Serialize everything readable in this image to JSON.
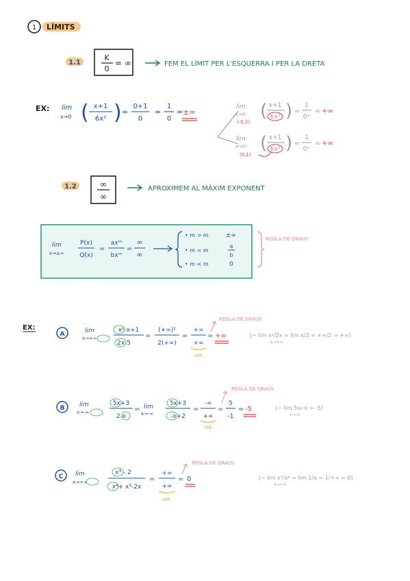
{
  "colors": {
    "blue": "#1e4fa3",
    "green_text": "#1f7a4e",
    "teal_box": "#2e9e86",
    "teal_fill": "#eaf6f3",
    "orange_highlight": "#f9c98c",
    "red": "#e0393c",
    "pink": "#ef8a85",
    "green_circle": "#5cbf64",
    "orange": "#f0a030",
    "gray": "#9a9a9a",
    "black": "#222222"
  },
  "section": {
    "number": "1",
    "title": "LÍMITS"
  },
  "sub11": {
    "number": "1.1",
    "box_num": "K",
    "box_den": "0",
    "box_eq": "= ∞",
    "text": "FEM EL LÍMIT PER L'ESQUERRA I PER LA DRETA"
  },
  "ex1": {
    "label": "EX:",
    "lim": "lim",
    "sub": "x→0",
    "frac_num": "x+1",
    "frac_den": "6x²",
    "eq1": "=",
    "r1_num": "0+1",
    "r1_den": "0",
    "eq2": "=",
    "r2_num": "1",
    "r2_den": "0",
    "eq3": "=",
    "result": "±∞",
    "left_lim": "lim",
    "left_sub": "x→0⁻",
    "left_num": "x+1",
    "left_den": "6x²",
    "left_test": "(-0,1)",
    "left_eq1": "=",
    "left_r_num": "1",
    "left_r_den": "0⁺",
    "left_eq2": "=",
    "left_res": "+∞",
    "right_lim": "lim",
    "right_sub": "x→0⁺",
    "right_num": "x+1",
    "right_den": "6x²",
    "right_test": "(0,1)",
    "right_eq1": "=",
    "right_r_num": "1",
    "right_r_den": "0⁺",
    "right_eq2": "=",
    "right_res": "+∞"
  },
  "sub12": {
    "number": "1.2",
    "box_num": "∞",
    "box_den": "∞",
    "text": "APROXIMEM AL MÀXIM EXPONENT"
  },
  "rule": {
    "lim": "lim",
    "sub": "x→±∞",
    "p_num": "P(x)",
    "p_den": "Q(x)",
    "eq1": "=",
    "a_num": "axᵐ",
    "a_den": "bxᵐ",
    "eq2": "=",
    "inf_num": "∞",
    "inf_den": "∞",
    "cases": [
      "• m > m",
      "• m = m",
      "• m < m"
    ],
    "case_results": [
      "±∞",
      "a/b",
      "0"
    ],
    "case_a": "a",
    "case_b": "b",
    "label": "REGLA DE GRAUS"
  },
  "ex2": {
    "label": "EX:",
    "A": {
      "letter": "A",
      "lim": "lim",
      "sub": "x→+∞",
      "num": "x²-x+1",
      "den": "2x-5",
      "eq1": "=",
      "r1_num": "(+∞)²",
      "r1_den": "2(+∞)",
      "eq2": "=",
      "r2_num": "+∞",
      "r2_den": "+∞",
      "eq3": "=",
      "result": "+∞",
      "ind": "ind.",
      "rule_label": "REGLA DE GRAUS",
      "side": "(∼ lim  x²/2x = lim  x/2 = +∞/2 = +∞)",
      "side_sub": "x→+∞"
    },
    "B": {
      "letter": "B",
      "lim": "lim",
      "sub": "x→-∞",
      "num": "5x+3",
      "den": "2-x",
      "eq1": "=",
      "lim2": "lim",
      "sub2": "x→-∞",
      "num2": "5x+3",
      "den2": "-x+2",
      "eq2": "=",
      "r_num": "-∞",
      "r_den": "+∞",
      "eq3": "=",
      "r2_num": "5",
      "r2_den": "-1",
      "eq4": "=",
      "result": "-5",
      "ind": "ind.",
      "rule_label": "REGLA DE GRAUS",
      "side": "(∼ lim  5x/-x = -5)",
      "side_sub": "x→-∞"
    },
    "C": {
      "letter": "C",
      "lim": "lim",
      "sub": "x→+∞",
      "num": "x³ - 2",
      "den": "x⁴+ x³-2x",
      "eq1": "=",
      "r_num": "+∞",
      "r_den": "+∞",
      "eq2": "=",
      "result": "0",
      "ind": "ind.",
      "rule_label": "REGLA DE GRAUS",
      "side": "(∼ lim  x³/x⁴ = lim  1/x = 1/+∞ = 0)",
      "side_sub": "x→+∞"
    }
  }
}
